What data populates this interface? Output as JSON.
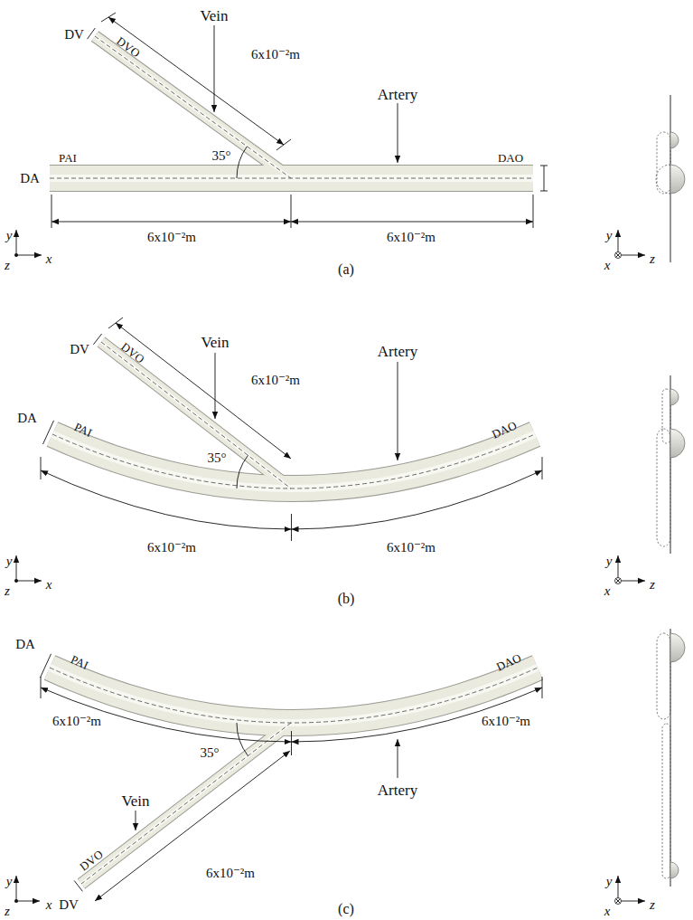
{
  "diagram": {
    "labels": [
      "DV",
      "DVO",
      "Vein",
      "6x10⁻²m",
      "Artery",
      "35°",
      "PAI",
      "DAO",
      "DA",
      "6x10⁻²m",
      "6x10⁻²m",
      "y",
      "z",
      "x",
      "y",
      "x",
      "z",
      "(a)",
      "DV",
      "DVO",
      "Vein",
      "6x10⁻²m",
      "Artery",
      "35°",
      "DA",
      "PAI",
      "DAO",
      "6x10⁻²m",
      "6x10⁻²m",
      "y",
      "z",
      "x",
      "y",
      "x",
      "z",
      "(b)",
      "DA",
      "PAI",
      "DAO",
      "35°",
      "6x10⁻²m",
      "6x10⁻²m",
      "Vein",
      "Artery",
      "DVO",
      "DV",
      "6x10⁻²m",
      "y",
      "z",
      "x",
      "y",
      "x",
      "z",
      "(c)"
    ]
  }
}
